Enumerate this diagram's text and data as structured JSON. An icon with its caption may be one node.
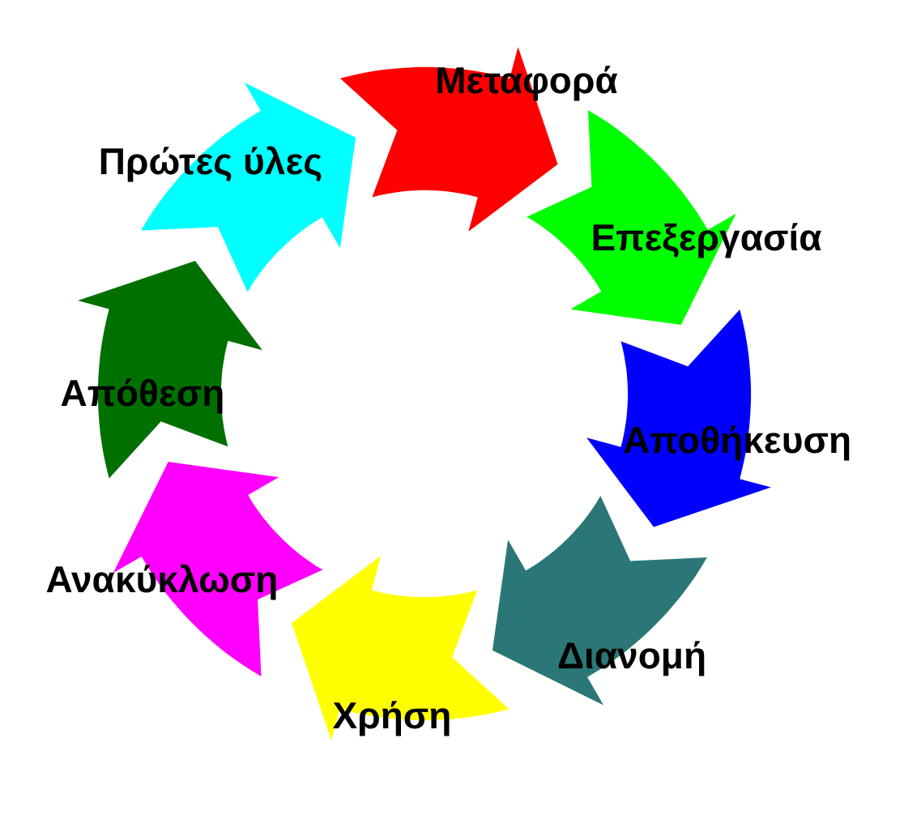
{
  "diagram": {
    "nodes": [
      {
        "text": [
          "Μεταφορά"
        ]
      },
      {
        "text": [
          "Επεξεργασία"
        ]
      },
      {
        "text": [
          "Αποθήκευση"
        ]
      },
      {
        "text": [
          "Διανομή"
        ]
      },
      {
        "text": [
          "Χρήση"
        ]
      },
      {
        "text": [
          "Ανακύκλωση"
        ]
      },
      {
        "text": [
          "Απόθεση"
        ]
      },
      {
        "text": [
          "Πρώτες ύλες"
        ]
      }
    ]
  }
}
